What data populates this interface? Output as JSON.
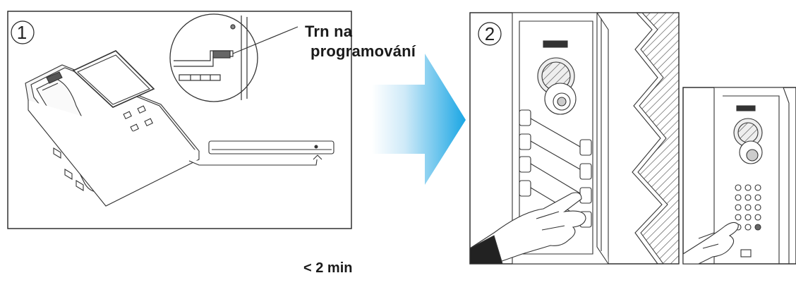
{
  "step1": {
    "number": "1"
  },
  "step2": {
    "number": "2"
  },
  "callout": {
    "line1": "Trn na",
    "line2": "programování"
  },
  "duration": "< 2 min",
  "colors": {
    "arrow_start": "#ffffff",
    "arrow_end": "#1aa6e4",
    "line": "#333333"
  }
}
